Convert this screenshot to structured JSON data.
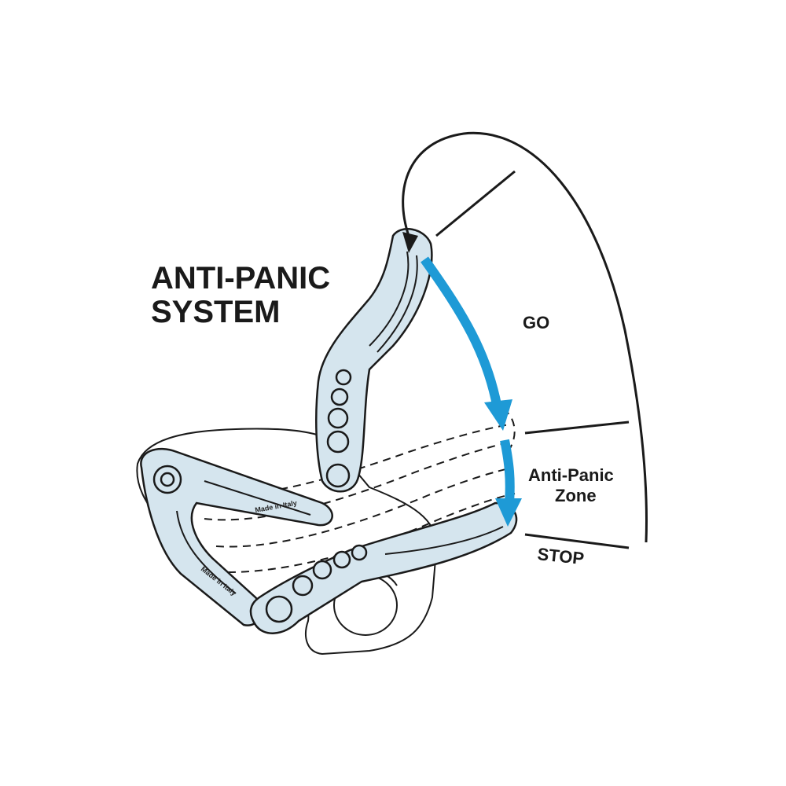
{
  "title_lines": [
    "ANTI-PANIC",
    "SYSTEM"
  ],
  "zones": {
    "go": "GO",
    "anti_panic_lines": [
      "Anti-Panic",
      "Zone"
    ],
    "stop": "STOP"
  },
  "stamps": [
    "Made in Italy",
    "Made in Italy"
  ],
  "colors": {
    "arrow": "#1e9ad6",
    "handle_fill": "#d5e5ee",
    "outline": "#1a1a1a"
  }
}
